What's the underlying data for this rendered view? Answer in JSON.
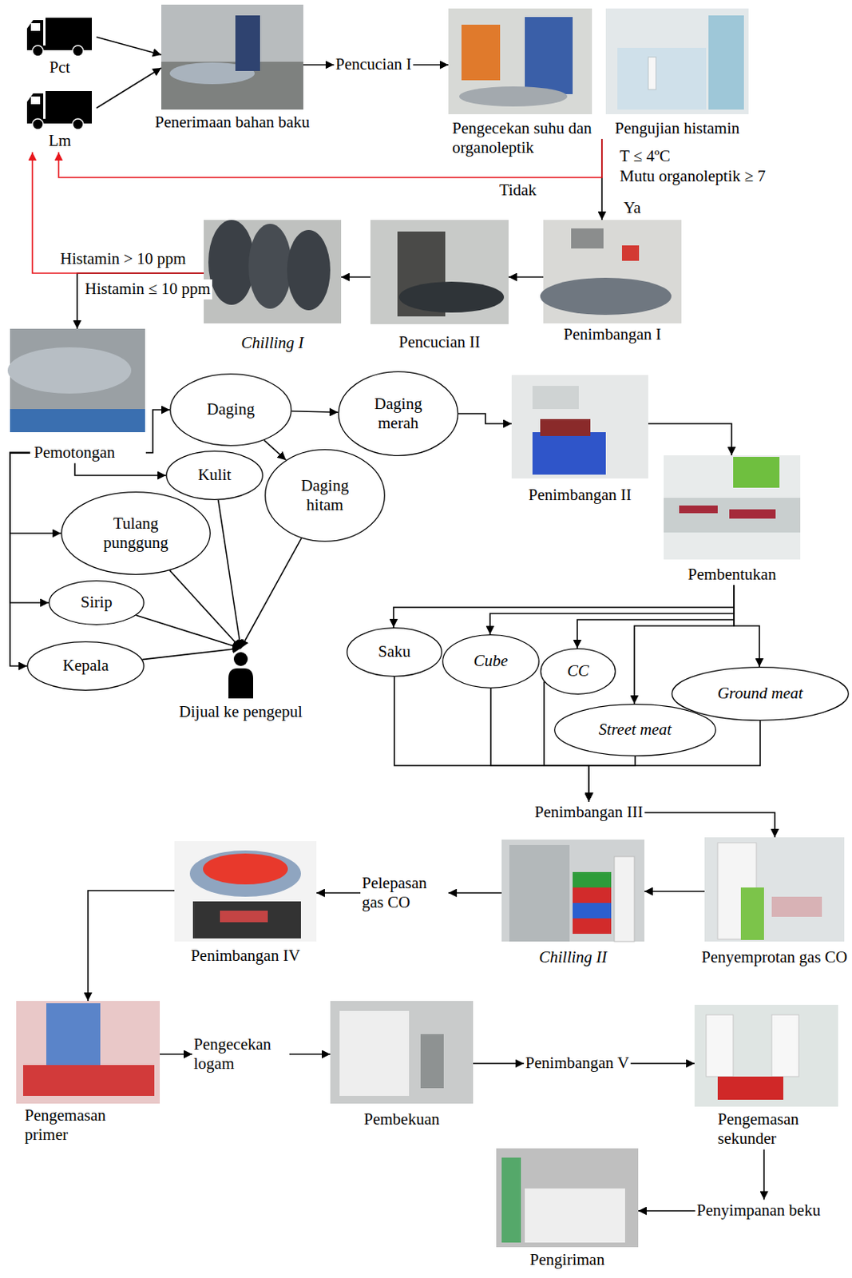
{
  "diagram": {
    "nodes": [
      {
        "text": [
          "Pct"
        ]
      },
      {
        "text": [
          "Lm"
        ]
      },
      {
        "text": [
          "Penerimaan bahan baku"
        ]
      },
      {
        "text": [
          "Pencucian I"
        ]
      },
      {
        "text": [
          "Pengecekan suhu dan organoleptik"
        ]
      },
      {
        "text": [
          "Pengujian histamin"
        ]
      },
      {
        "text": [
          "Penimbangan I"
        ]
      },
      {
        "text": [
          "Pencucian II"
        ]
      },
      {
        "text": [
          "Chilling I"
        ]
      },
      {
        "text": [
          "Pemotongan"
        ]
      },
      {
        "text": [
          "Daging"
        ]
      },
      {
        "text": [
          "Daging merah"
        ]
      },
      {
        "text": [
          "Daging hitam"
        ]
      },
      {
        "text": [
          "Kulit"
        ]
      },
      {
        "text": [
          "Tulang punggung"
        ]
      },
      {
        "text": [
          "Sirip"
        ]
      },
      {
        "text": [
          "Kepala"
        ]
      },
      {
        "text": [
          "Dijual ke pengepul"
        ]
      },
      {
        "text": [
          "Penimbangan II"
        ]
      },
      {
        "text": [
          "Pembentukan"
        ]
      },
      {
        "text": [
          "Saku"
        ]
      },
      {
        "text": [
          "Cube"
        ]
      },
      {
        "text": [
          "CC"
        ]
      },
      {
        "text": [
          "Ground meat"
        ]
      },
      {
        "text": [
          "Street meat"
        ]
      },
      {
        "text": [
          "Penimbangan III"
        ]
      },
      {
        "text": [
          "Penyemprotan gas CO"
        ]
      },
      {
        "text": [
          "Chilling II"
        ]
      },
      {
        "text": [
          "Pelepasan gas CO"
        ]
      },
      {
        "text": [
          "Penimbangan IV"
        ]
      },
      {
        "text": [
          "Pengemasan primer"
        ]
      },
      {
        "text": [
          "Pengecekan logam"
        ]
      },
      {
        "text": [
          "Pembekuan"
        ]
      },
      {
        "text": [
          "Penimbangan V"
        ]
      },
      {
        "text": [
          "Pengemasan sekunder"
        ]
      },
      {
        "text": [
          "Penyimpanan beku"
        ]
      },
      {
        "text": [
          "Pengiriman"
        ]
      }
    ],
    "edges": [
      {
        "from": 0,
        "to": 2,
        "arrow": "to"
      },
      {
        "from": 1,
        "to": 2,
        "arrow": "to"
      },
      {
        "from": 2,
        "to": 3,
        "arrow": "to"
      },
      {
        "from": 3,
        "to": 4,
        "arrow": "to"
      },
      {
        "from": 5,
        "to": 6,
        "label": "Ya",
        "arrow": "to"
      },
      {
        "from": 5,
        "to": 1,
        "label": "Tidak",
        "arrow": "to"
      },
      {
        "from": 6,
        "to": 7,
        "arrow": "to"
      },
      {
        "from": 7,
        "to": 8,
        "arrow": "to"
      },
      {
        "from": 8,
        "to": 1,
        "label": "Histamin > 10 ppm",
        "arrow": "to"
      },
      {
        "from": 8,
        "to": 9,
        "label": "Histamin ≤ 10 ppm",
        "arrow": "to"
      },
      {
        "from": 9,
        "to": 10,
        "arrow": "to"
      },
      {
        "from": 9,
        "to": 13,
        "arrow": "to"
      },
      {
        "from": 9,
        "to": 14,
        "arrow": "to"
      },
      {
        "from": 9,
        "to": 15,
        "arrow": "to"
      },
      {
        "from": 9,
        "to": 16,
        "arrow": "to"
      },
      {
        "from": 10,
        "to": 11,
        "arrow": "to"
      },
      {
        "from": 10,
        "to": 12,
        "arrow": "to"
      },
      {
        "from": 11,
        "to": 18,
        "arrow": "to"
      },
      {
        "from": 13,
        "to": 17,
        "arrow": "to"
      },
      {
        "from": 12,
        "to": 17,
        "arrow": "to"
      },
      {
        "from": 14,
        "to": 17,
        "arrow": "to"
      },
      {
        "from": 15,
        "to": 17,
        "arrow": "to"
      },
      {
        "from": 16,
        "to": 17,
        "arrow": "to"
      },
      {
        "from": 18,
        "to": 19,
        "arrow": "to"
      },
      {
        "from": 19,
        "to": 20,
        "arrow": "to"
      },
      {
        "from": 19,
        "to": 21,
        "arrow": "to"
      },
      {
        "from": 19,
        "to": 22,
        "arrow": "to"
      },
      {
        "from": 19,
        "to": 23,
        "arrow": "to"
      },
      {
        "from": 19,
        "to": 24,
        "arrow": "to"
      },
      {
        "from": 20,
        "to": 25,
        "arrow": "to"
      },
      {
        "from": 21,
        "to": 25,
        "arrow": "to"
      },
      {
        "from": 22,
        "to": 25,
        "arrow": "to"
      },
      {
        "from": 23,
        "to": 25,
        "arrow": "to"
      },
      {
        "from": 24,
        "to": 25,
        "arrow": "to"
      },
      {
        "from": 25,
        "to": 26,
        "arrow": "to"
      },
      {
        "from": 26,
        "to": 27,
        "arrow": "to"
      },
      {
        "from": 27,
        "to": 28,
        "arrow": "to"
      },
      {
        "from": 28,
        "to": 29,
        "arrow": "to"
      },
      {
        "from": 29,
        "to": 30,
        "arrow": "to"
      },
      {
        "from": 30,
        "to": 31,
        "arrow": "to"
      },
      {
        "from": 31,
        "to": 32,
        "arrow": "to"
      },
      {
        "from": 32,
        "to": 33,
        "arrow": "to"
      },
      {
        "from": 33,
        "to": 34,
        "arrow": "to"
      },
      {
        "from": 34,
        "to": 35,
        "arrow": "to"
      },
      {
        "from": 35,
        "to": 36,
        "arrow": "to"
      }
    ],
    "labels": [
      "T ≤ 4ºC",
      "Mutu organoleptik ≥ 7"
    ]
  }
}
